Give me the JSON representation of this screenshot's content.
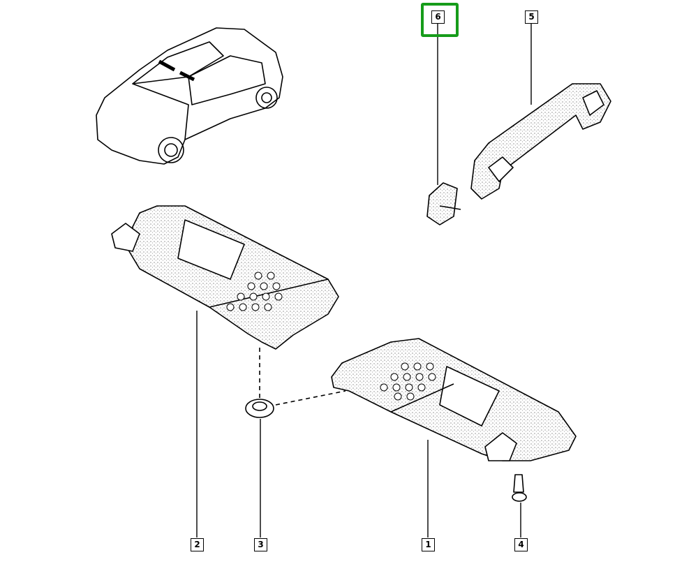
{
  "diagram": {
    "highlight_color": "#169c1a",
    "labels": [
      {
        "id": "label-1",
        "text": "1"
      },
      {
        "id": "label-2",
        "text": "2"
      },
      {
        "id": "label-3",
        "text": "3"
      },
      {
        "id": "label-4",
        "text": "4"
      },
      {
        "id": "label-5",
        "text": "5"
      },
      {
        "id": "label-6",
        "text": "6",
        "highlighted": true
      }
    ]
  }
}
